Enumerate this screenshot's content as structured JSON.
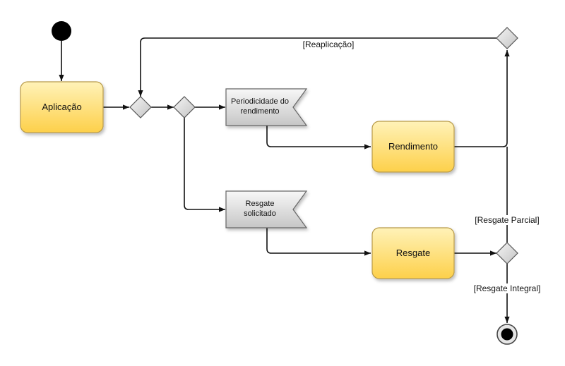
{
  "diagram": {
    "type": "uml-activity",
    "nodes": {
      "aplicacao": "Aplicação",
      "periodicidade_line1": "Periodicidade do",
      "periodicidade_line2": "rendimento",
      "resgate_solicitado_line1": "Resgate",
      "resgate_solicitado_line2": "solicitado",
      "rendimento": "Rendimento",
      "resgate": "Resgate"
    },
    "guards": {
      "reaplicacao": "[Reaplicação]",
      "resgate_parcial": "[Resgate Parcial]",
      "resgate_integral": "[Resgate Integral]"
    },
    "colors": {
      "action_fill_top": "#fff2b8",
      "action_fill_bottom": "#fdd04a",
      "action_stroke": "#b89a48",
      "signal_fill_top": "#f5f5f5",
      "signal_fill_bottom": "#c8c8c8",
      "decision_fill": "#dcdcdc",
      "edge": "#111111"
    }
  }
}
